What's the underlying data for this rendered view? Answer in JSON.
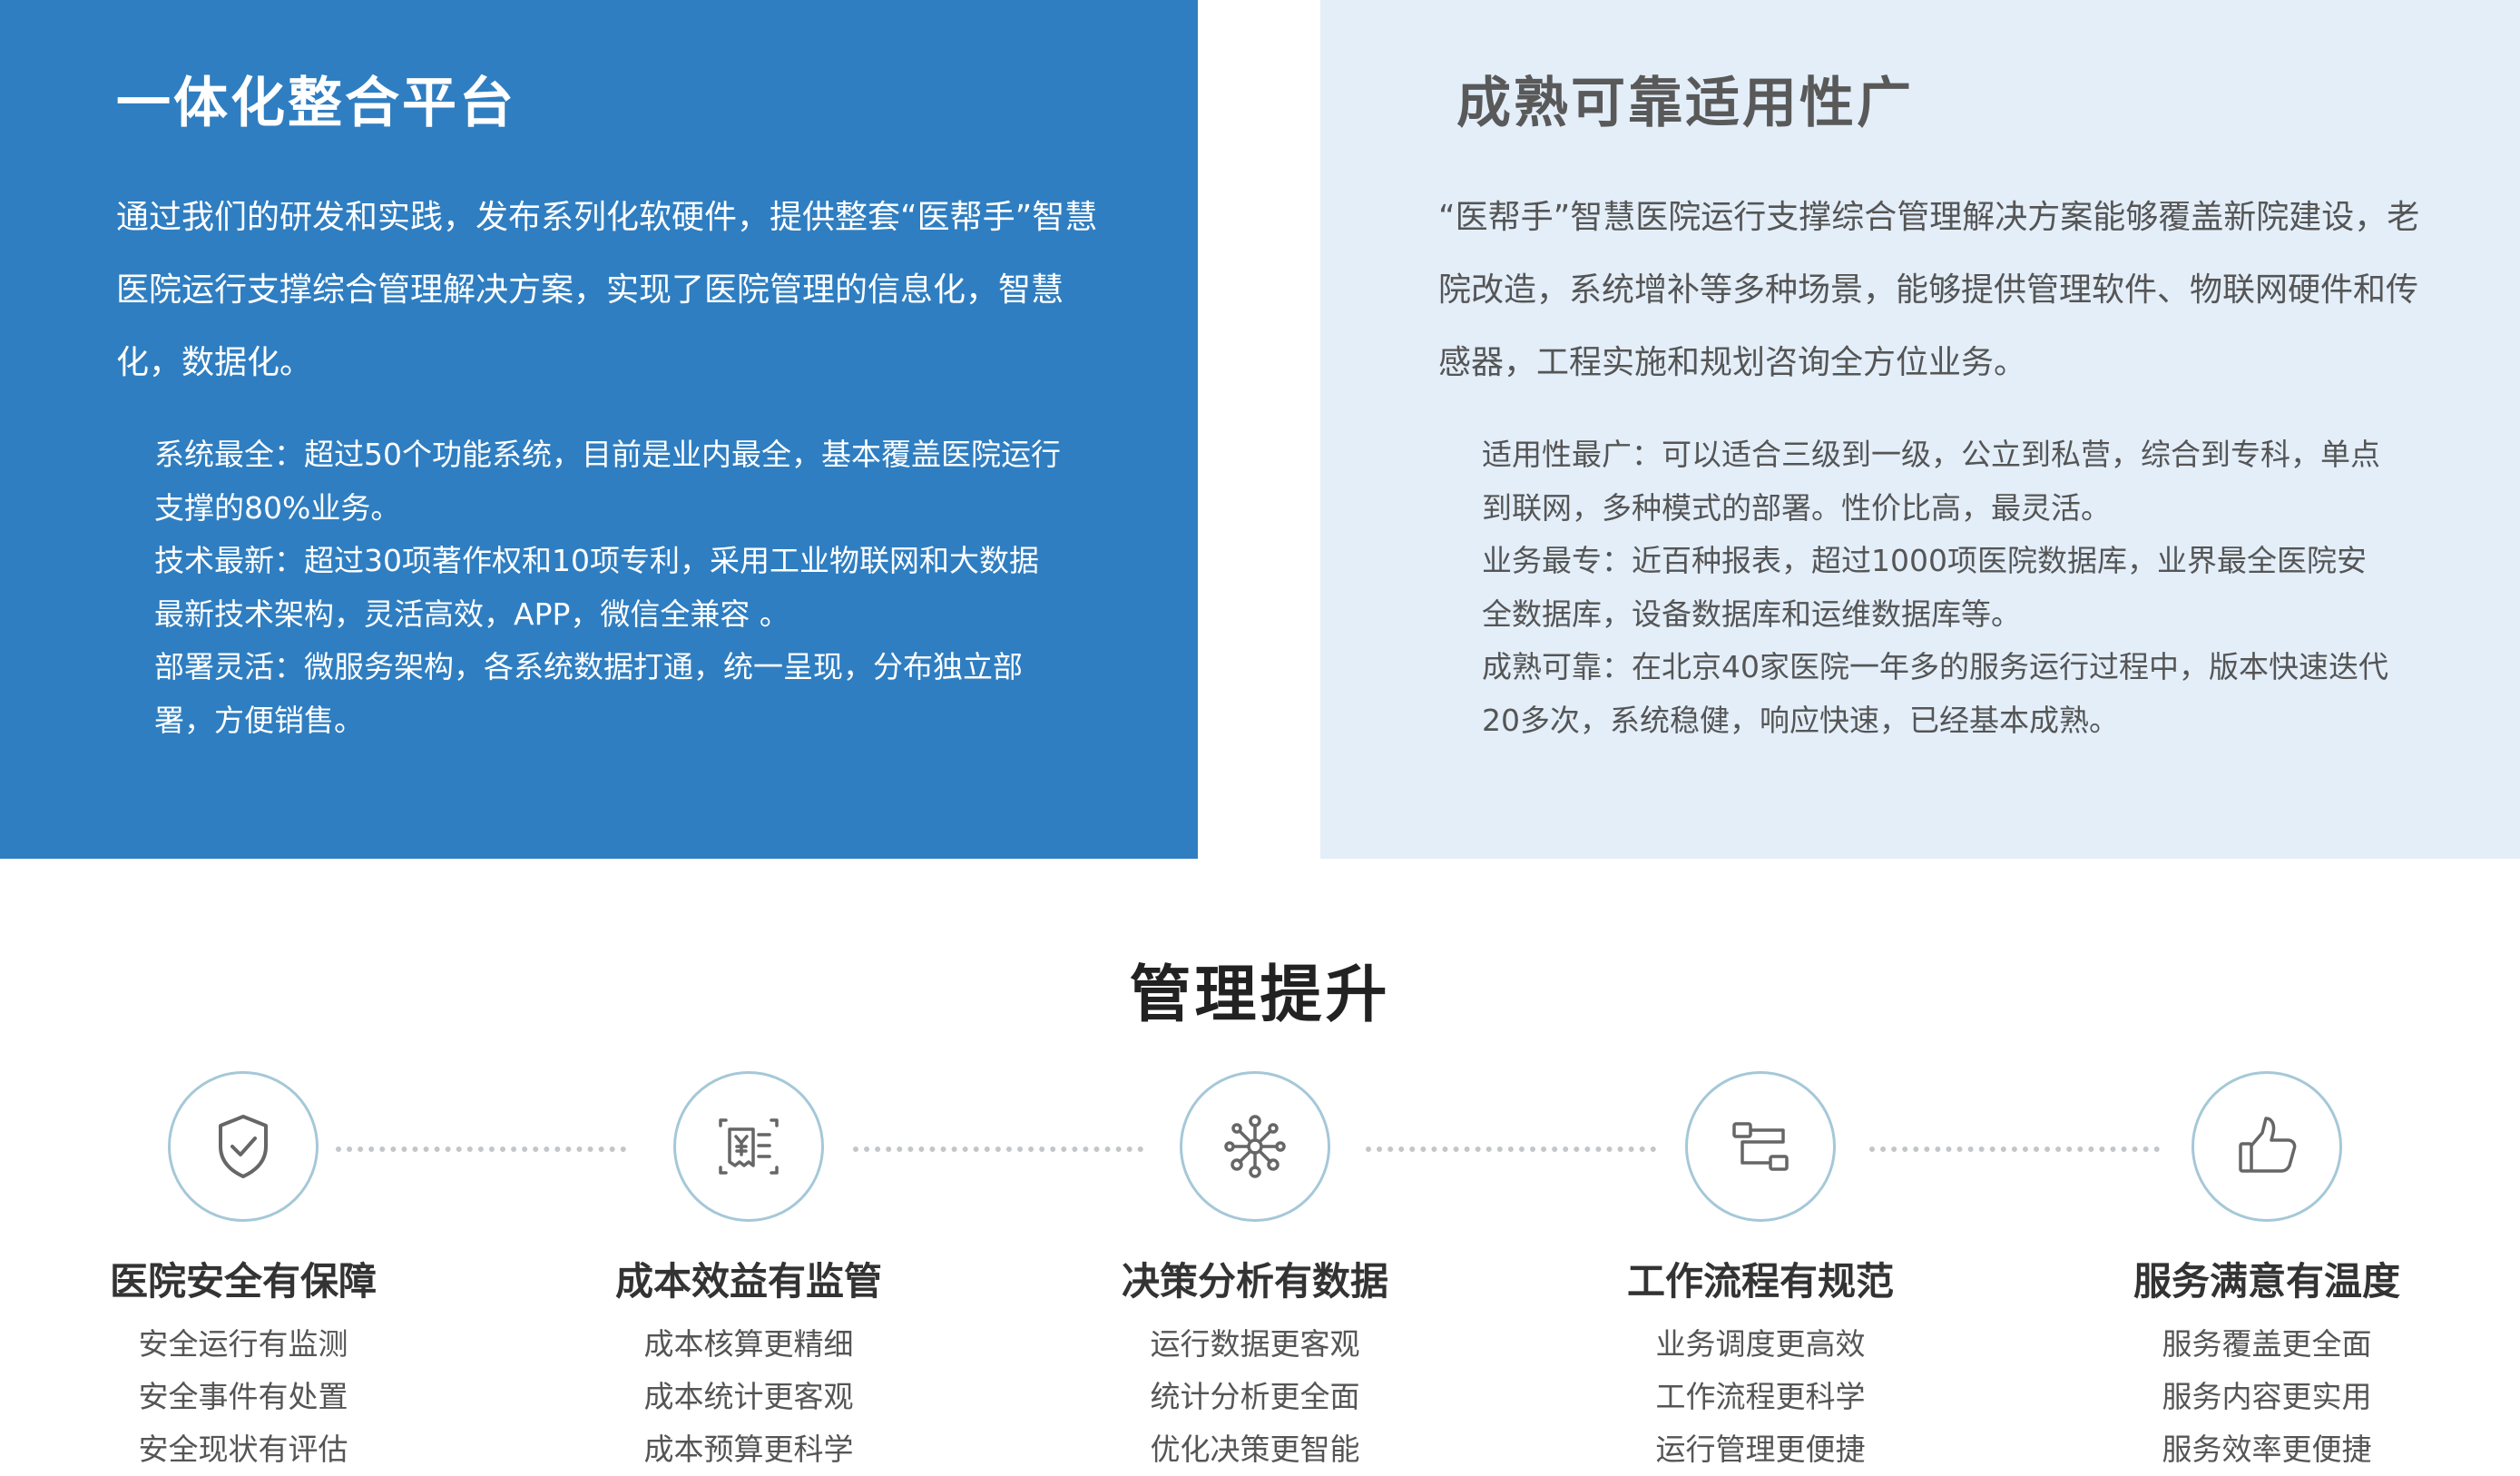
{
  "left_panel": {
    "title": "一体化整合平台",
    "intro": "通过我们的研发和实践，发布系列化软硬件，提供整套“医帮手”智慧医院运行支撑综合管理解决方案，实现了医院管理的信息化，智慧化，数据化。",
    "features": [
      {
        "label": "系统最全：",
        "text": "超过50个功能系统，目前是业内最全，基本覆盖医院运行支撑的80%业务。"
      },
      {
        "label": "技术最新：",
        "text": "超过30项著作权和10项专利，采用工业物联网和大数据最新技术架构，灵活高效，APP，微信全兼容 。"
      },
      {
        "label": "部署灵活：",
        "text": "微服务架构，各系统数据打通，统一呈现，分布独立部署，方便销售。"
      }
    ]
  },
  "right_panel": {
    "title": "成熟可靠适用性广",
    "intro": "“医帮手”智慧医院运行支撑综合管理解决方案能够覆盖新院建设，老院改造，系统增补等多种场景，能够提供管理软件、物联网硬件和传感器，工程实施和规划咨询全方位业务。",
    "features": [
      {
        "label": "适用性最广：",
        "text": "可以适合三级到一级，公立到私营，综合到专科，单点到联网，多种模式的部署。性价比高，最灵活。"
      },
      {
        "label": "业务最专：",
        "text": "近百种报表，超过1000项医院数据库，业界最全医院安全数据库，设备数据库和运维数据库等。"
      },
      {
        "label": "成熟可靠：",
        "text": "在北京40家医院一年多的服务运行过程中，版本快速迭代20多次，系统稳健，响应快速，已经基本成熟。"
      }
    ]
  },
  "section": {
    "title": "管理提升"
  },
  "items": [
    {
      "icon": "shield-check-icon",
      "title": "医院安全有保障",
      "lines": [
        "安全运行有监测",
        "安全事件有处置",
        "安全现状有评估"
      ]
    },
    {
      "icon": "receipt-yen-icon",
      "title": "成本效益有监管",
      "lines": [
        "成本核算更精细",
        "成本统计更客观",
        "成本预算更科学"
      ]
    },
    {
      "icon": "network-nodes-icon",
      "title": "决策分析有数据",
      "lines": [
        "运行数据更客观",
        "统计分析更全面",
        "优化决策更智能"
      ]
    },
    {
      "icon": "workflow-icon",
      "title": "工作流程有规范",
      "lines": [
        "业务调度更高效",
        "工作流程更科学",
        "运行管理更便捷"
      ]
    },
    {
      "icon": "thumbs-up-icon",
      "title": "服务满意有温度",
      "lines": [
        "服务覆盖更全面",
        "服务内容更实用",
        "服务效率更便捷"
      ]
    }
  ],
  "colors": {
    "left_panel_bg": "#2f7ec1",
    "right_panel_bg": "#e3eef9",
    "circle_border": "#a5c8d8",
    "icon_stroke": "#666666"
  }
}
